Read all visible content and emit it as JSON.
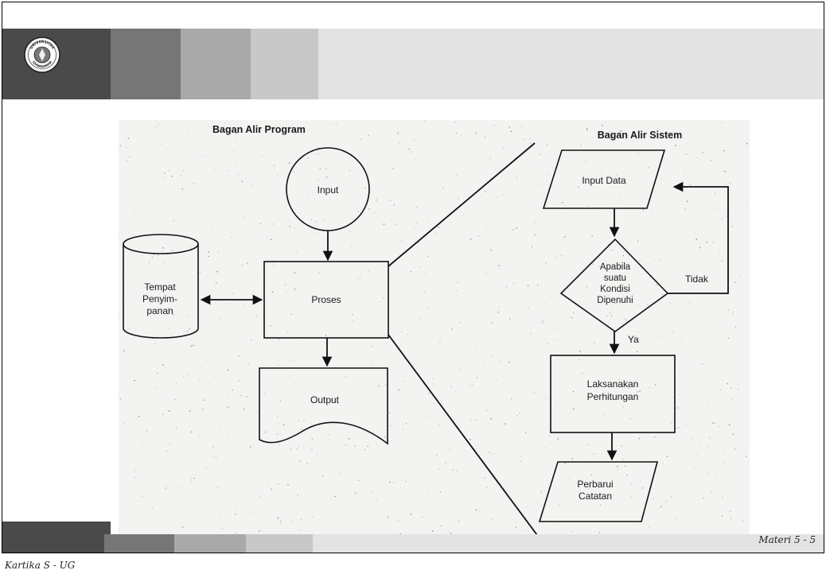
{
  "slide": {
    "logo_text_top": "UNIVERSITAS",
    "logo_text_bottom": "GUNADARMA",
    "page_label": "Materi 5 - 5",
    "author": "Kartika S - UG"
  },
  "program_flow": {
    "title": "Bagan Alir Program",
    "input": "Input",
    "storage": [
      "Tempat",
      "Penyim-",
      "panan"
    ],
    "process": "Proses",
    "output": "Output"
  },
  "system_flow": {
    "title": "Bagan Alir Sistem",
    "input_data": "Input Data",
    "decision": [
      "Apabila",
      "suatu",
      "Kondisi",
      "Dipenuhi"
    ],
    "no_label": "Tidak",
    "yes_label": "Ya",
    "calc": [
      "Laksanakan",
      "Perhitungan"
    ],
    "update": [
      "Perbarui",
      "Catatan"
    ]
  }
}
